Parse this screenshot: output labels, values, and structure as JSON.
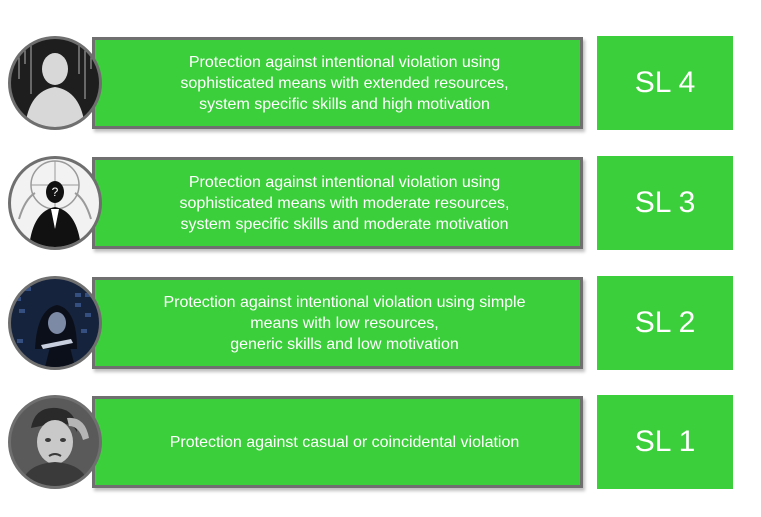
{
  "levels": [
    {
      "description": "Protection against intentional violation using\nsophisticated means with extended resources,\nsystem specific skills and high motivation",
      "label": "SL 4",
      "icon": "hacker-silhouette-icon"
    },
    {
      "description": "Protection against intentional violation using\nsophisticated means with moderate resources,\nsystem specific skills and moderate motivation",
      "label": "SL 3",
      "icon": "masked-figure-icon"
    },
    {
      "description": "Protection against intentional violation using simple\nmeans with low resources,\ngeneric skills and low motivation",
      "label": "SL 2",
      "icon": "hooded-hacker-icon"
    },
    {
      "description": "Protection against casual or coincidental violation",
      "label": "SL 1",
      "icon": "frustrated-person-icon"
    }
  ],
  "colors": {
    "green": "#3ccf3c",
    "border": "#6f6f6f",
    "text": "#ffffff"
  }
}
